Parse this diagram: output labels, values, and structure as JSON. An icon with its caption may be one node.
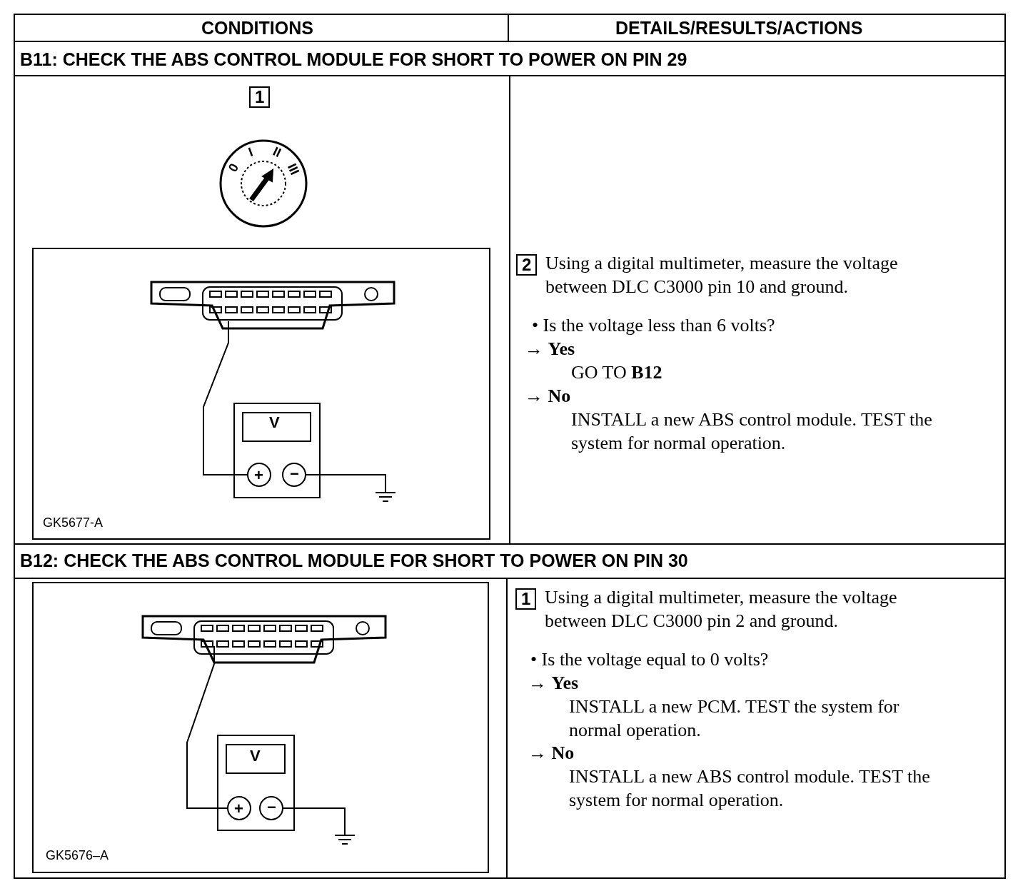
{
  "diagram": {
    "labels": [
      "CONDITIONS",
      "DETAILS/RESULTS/ACTIONS",
      "B11: CHECK THE ABS CONTROL MODULE FOR SHORT TO POWER ON PIN 29",
      "1",
      "0",
      "I",
      "II",
      "III",
      "V",
      "+",
      "−",
      "GK5677-A",
      "2",
      "Using a digital multimeter, measure the voltage between DLC C3000 pin 10 and ground.",
      "• Is the voltage less than 6 volts?",
      "→ **Yes**",
      "GO TO **B12**",
      "→ **No**",
      "INSTALL a new ABS control module. TEST the system for normal operation.",
      "B12: CHECK THE ABS CONTROL MODULE FOR SHORT TO POWER ON PIN 30",
      "V",
      "+",
      "−",
      "GK5676–A",
      "1",
      "Using a digital multimeter, measure the voltage between DLC C3000 pin 2 and ground.",
      "• Is the voltage equal to 0 volts?",
      "→ **Yes**",
      "INSTALL a new PCM. TEST the system for normal operation.",
      "→ **No**",
      "INSTALL a new ABS control module. TEST the system for normal operation."
    ]
  }
}
